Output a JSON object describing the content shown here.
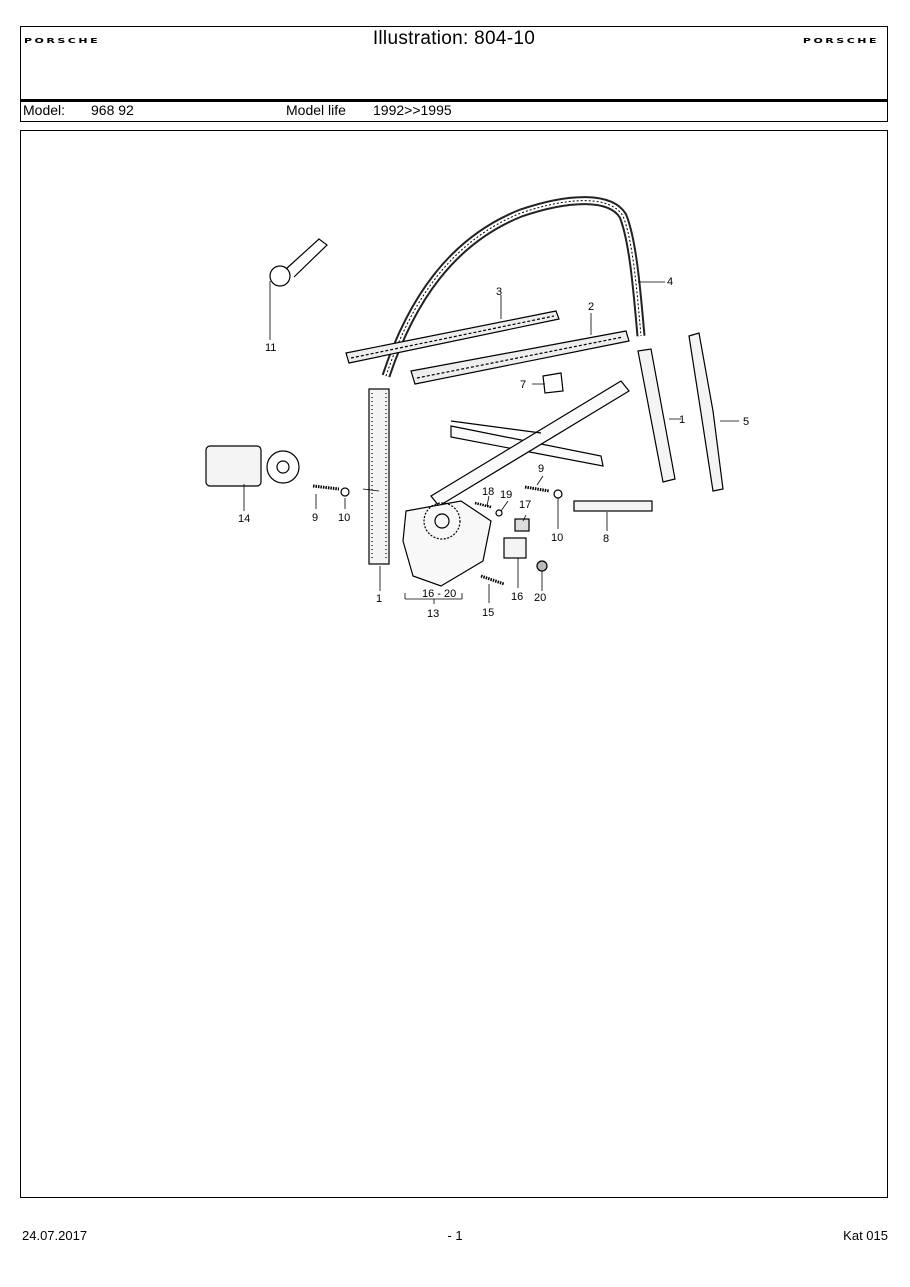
{
  "header": {
    "brand_left": "PORSCHE",
    "brand_right": "PORSCHE",
    "title": "Illustration: 804-10",
    "model_label": "Model:",
    "model_value": "968 92",
    "model_life_label": "Model life",
    "model_life_value": "1992>>1995"
  },
  "diagram": {
    "callouts": {
      "c1a": "1",
      "c1b": "1",
      "c2": "2",
      "c3": "3",
      "c4": "4",
      "c5": "5",
      "c7": "7",
      "c8": "8",
      "c9a": "9",
      "c9b": "9",
      "c10a": "10",
      "c10b": "10",
      "c11": "11",
      "c13": "13",
      "c14": "14",
      "c15": "15",
      "c16": "16",
      "c16_20": "16 - 20",
      "c17": "17",
      "c18": "18",
      "c19": "19",
      "c20": "20"
    }
  },
  "footer": {
    "date": "24.07.2017",
    "page": "- 1",
    "catalog": "Kat 015"
  }
}
